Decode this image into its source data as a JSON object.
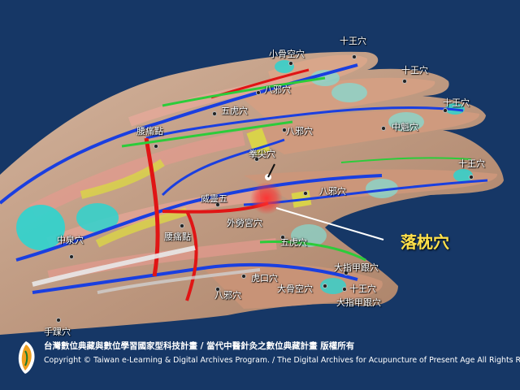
{
  "labels": {
    "shiwang_1": "十王穴",
    "xiaogukong": "小骨空穴",
    "shiwang_2": "十王穴",
    "bafeng_1": "八邪穴",
    "shiwang_3": "十王穴",
    "wuhu_1": "五虎穴",
    "yaotongdian_1": "腰痛點",
    "bafeng_2": "八邪穴",
    "zhongkui": "中魁穴",
    "quanjian": "拳尖穴",
    "shiwang_4": "十王穴",
    "bafeng_3": "八邪穴",
    "weilingwu": "威靈五",
    "zhongquan": "中泉穴",
    "wailaogong": "外勞宮穴",
    "yaotongdian_2": "腰痛點",
    "wuhu_2": "五虎穴",
    "dazhijiagen_1": "大指甲跟穴",
    "hukou": "虎口穴",
    "dagukong": "大骨空穴",
    "shiwang_5": "十王穴",
    "bafeng_4": "八邪穴",
    "dazhijiagen_2": "大指甲跟穴",
    "shouhuai": "手踝穴",
    "featured": "落枕穴"
  },
  "footer": {
    "title": "台灣數位典藏與數位學習國家型科技計畫 / 當代中醫針灸之數位典藏計畫 版權所有",
    "copyright": "Copyright © Taiwan e-Learning & Digital Archives Program. / The Digital Archives for Acupuncture of Present Age All Rights Reserved."
  },
  "colors": {
    "background": "#163766",
    "label_text": "#ffffff",
    "highlight_text": "#ffe14a",
    "highlight_point": "#ff2a2a"
  },
  "icons": {
    "logo": "taiwan-island-logo"
  }
}
